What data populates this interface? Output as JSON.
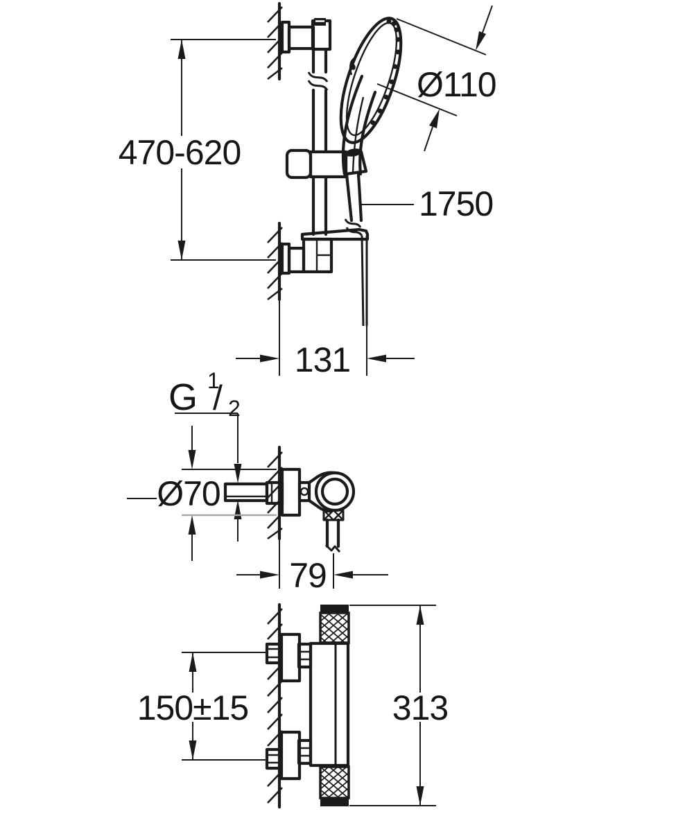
{
  "drawing": {
    "background": "#ffffff",
    "line_color": "#1b1b1b",
    "light_line_color": "#a8a8a8",
    "views": {
      "rail_set": {
        "dims": {
          "bar_span": "470-620",
          "head_diameter": "Ø110",
          "hose_length": "1750",
          "offset_from_wall": "131"
        }
      },
      "valve_profile": {
        "dims": {
          "thread_base": "G",
          "thread_numerator": "1",
          "thread_slash": "/",
          "thread_denominator": "2",
          "flange_diameter": "Ø70",
          "projection": "79"
        }
      },
      "thermostat_profile": {
        "dims": {
          "inlet_spacing": "150±15",
          "overall_height": "313"
        }
      }
    }
  }
}
